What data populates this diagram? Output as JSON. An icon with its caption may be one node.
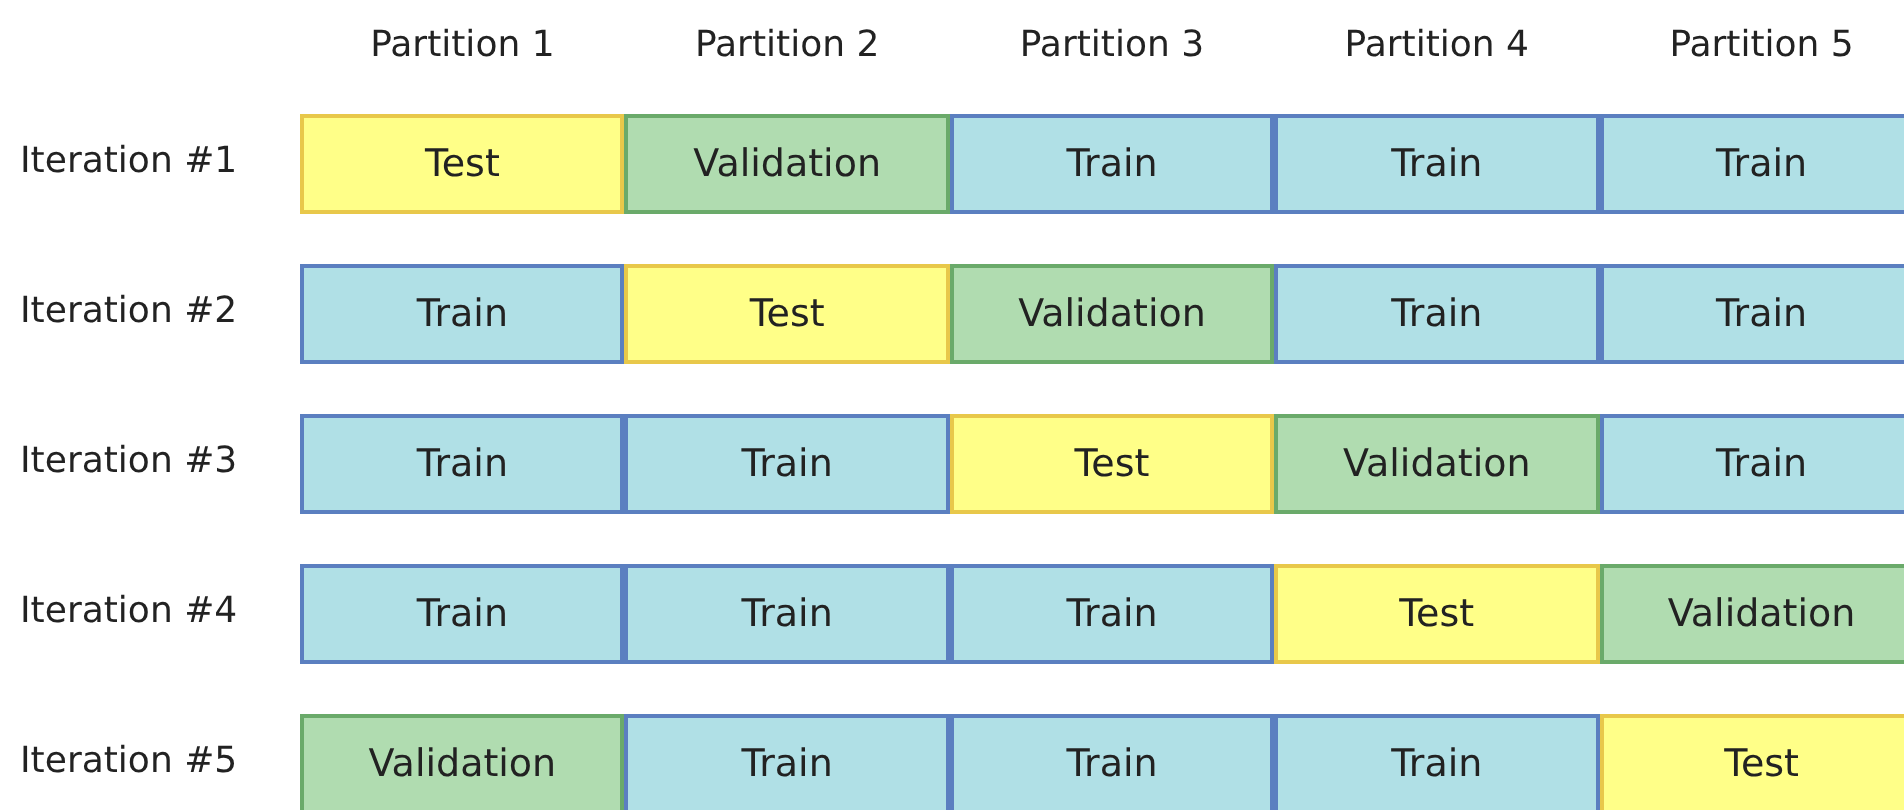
{
  "diagram": {
    "nodes": [
      {
        "text": [
          "Test"
        ]
      },
      {
        "text": [
          "Validation"
        ]
      },
      {
        "text": [
          "Train"
        ]
      },
      {
        "text": [
          "Train"
        ]
      },
      {
        "text": [
          "Train"
        ]
      },
      {
        "text": [
          "Train"
        ]
      },
      {
        "text": [
          "Test"
        ]
      },
      {
        "text": [
          "Validation"
        ]
      },
      {
        "text": [
          "Train"
        ]
      },
      {
        "text": [
          "Train"
        ]
      },
      {
        "text": [
          "Train"
        ]
      },
      {
        "text": [
          "Train"
        ]
      },
      {
        "text": [
          "Test"
        ]
      },
      {
        "text": [
          "Validation"
        ]
      },
      {
        "text": [
          "Train"
        ]
      },
      {
        "text": [
          "Train"
        ]
      },
      {
        "text": [
          "Train"
        ]
      },
      {
        "text": [
          "Train"
        ]
      },
      {
        "text": [
          "Test"
        ]
      },
      {
        "text": [
          "Validation"
        ]
      },
      {
        "text": [
          "Validation"
        ]
      },
      {
        "text": [
          "Train"
        ]
      },
      {
        "text": [
          "Train"
        ]
      },
      {
        "text": [
          "Train"
        ]
      },
      {
        "text": [
          "Test"
        ]
      }
    ],
    "labels": [
      "Partition 1",
      "Partition 2",
      "Partition 3",
      "Partition 4",
      "Partition 5",
      "Iteration #1",
      "Iteration #2",
      "Iteration #3",
      "Iteration #4",
      "Iteration #5"
    ]
  }
}
